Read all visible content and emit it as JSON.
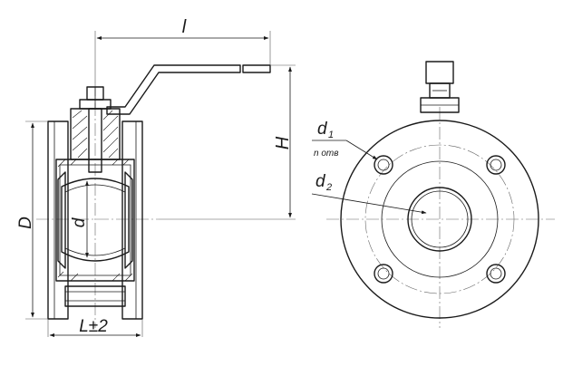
{
  "labels": {
    "l": "l",
    "H": "H",
    "D": "D",
    "d": "d",
    "L": "L±2",
    "d1_main": "d",
    "d1_sub": "1",
    "d1_note": "n отв",
    "d2_main": "d",
    "d2_sub": "2"
  }
}
